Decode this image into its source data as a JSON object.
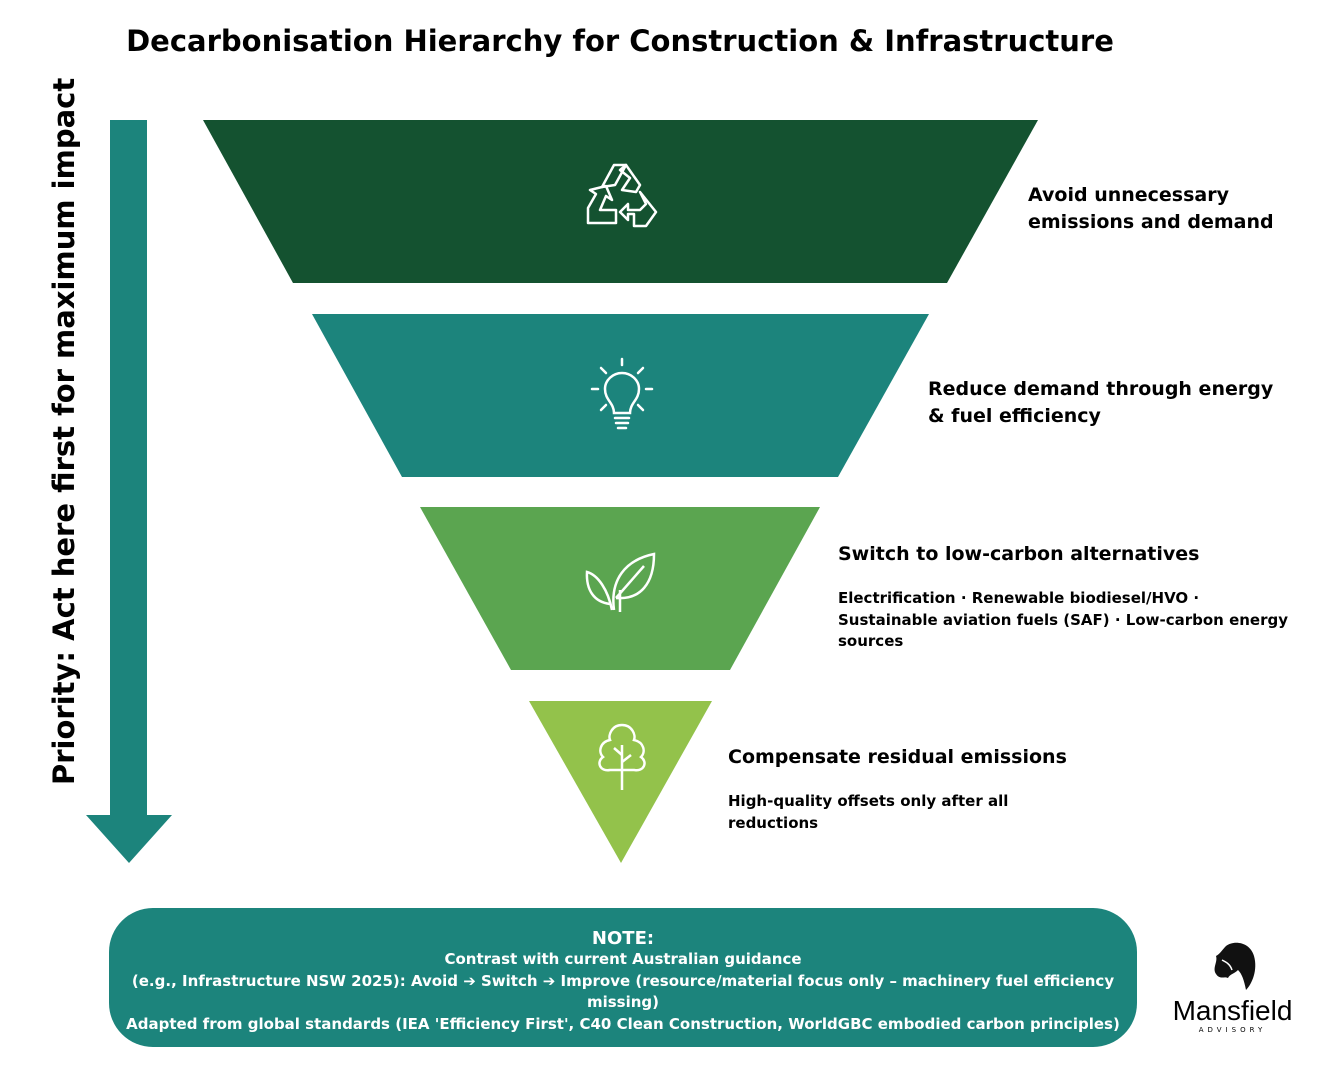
{
  "title": "Decarbonisation Hierarchy for Construction & Infrastructure",
  "priority_label": "Priority: Act here first for maximum impact",
  "colors": {
    "tier1": "#145230",
    "tier2": "#1c847c",
    "tier3": "#5ba550",
    "tier4": "#93c24b",
    "arrow": "#1c847c",
    "note": "#1c847c"
  },
  "tiers": [
    {
      "icon": "recycle-icon",
      "heading_lines": [
        "Avoid unnecessary",
        "emissions and demand"
      ]
    },
    {
      "icon": "lightbulb-icon",
      "heading_lines": [
        "Reduce demand through energy",
        "& fuel efficiency"
      ]
    },
    {
      "icon": "leaf-icon",
      "heading_lines": [
        "Switch to low-carbon alternatives"
      ],
      "detail_lines": [
        "Electrification · Renewable biodiesel/HVO ·",
        "Sustainable aviation fuels (SAF) · Low-carbon energy",
        "sources"
      ]
    },
    {
      "icon": "tree-icon",
      "heading_lines": [
        "Compensate residual emissions"
      ],
      "detail_lines": [
        "High-quality offsets only after all",
        "reductions"
      ]
    }
  ],
  "note": {
    "heading": "NOTE:",
    "lines": [
      "Contrast with current Australian guidance",
      "(e.g., Infrastructure NSW 2025): Avoid ➔ Switch ➔ Improve (resource/material focus only – machinery fuel efficiency missing)",
      "Adapted from global standards (IEA 'Efficiency First', C40 Clean Construction, WorldGBC embodied carbon principles)"
    ]
  },
  "logo": {
    "name": "Mansfield",
    "sub": "ADVISORY"
  }
}
